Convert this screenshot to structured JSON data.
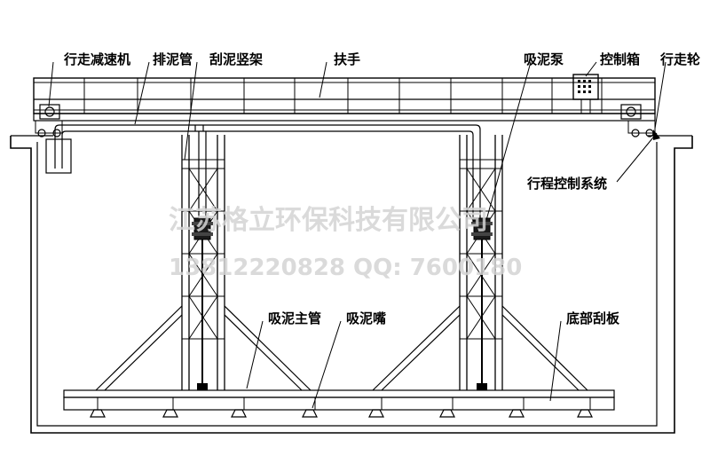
{
  "labels": {
    "walking_reducer": "行走减速机",
    "sludge_discharge_pipe": "排泥管",
    "scraper_frame": "刮泥竖架",
    "handrail": "扶手",
    "suction_pump": "吸泥泵",
    "control_box": "控制箱",
    "walking_wheel": "行走轮",
    "travel_control_system": "行程控制系统",
    "suction_main_pipe": "吸泥主管",
    "suction_nozzle": "吸泥嘴",
    "bottom_scraper": "底部刮板"
  },
  "watermark": {
    "company": "江苏格立环保科技有限公司",
    "contact": "13812220828  QQ: 7600180"
  }
}
